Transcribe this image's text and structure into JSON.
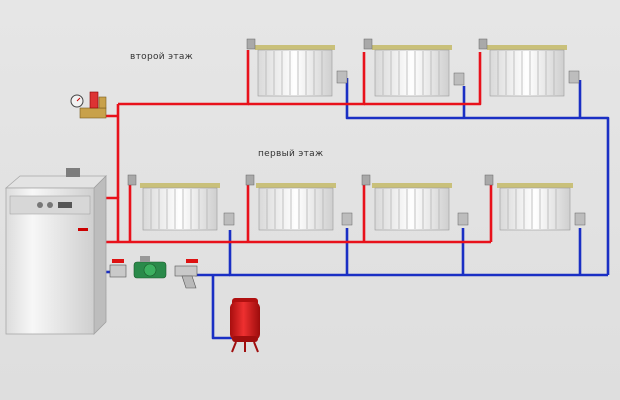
{
  "labels": {
    "second_floor": "второй этаж",
    "first_floor": "первый этаж"
  },
  "colors": {
    "supply_pipe": "#e8111b",
    "return_pipe": "#1a2fc4",
    "boiler_body": "#f3f3f3",
    "expansion_tank": "#d61a1a"
  },
  "icons": {
    "boiler": "boiler-icon",
    "radiator": "radiator-icon",
    "valve": "ball-valve-icon",
    "pump": "circulation-pump-icon",
    "filter": "filter-icon",
    "safety_group": "safety-group-icon",
    "expansion_tank": "expansion-tank-icon"
  },
  "floors": [
    {
      "key": "second_floor",
      "radiators": 3
    },
    {
      "key": "first_floor",
      "radiators": 4
    }
  ]
}
